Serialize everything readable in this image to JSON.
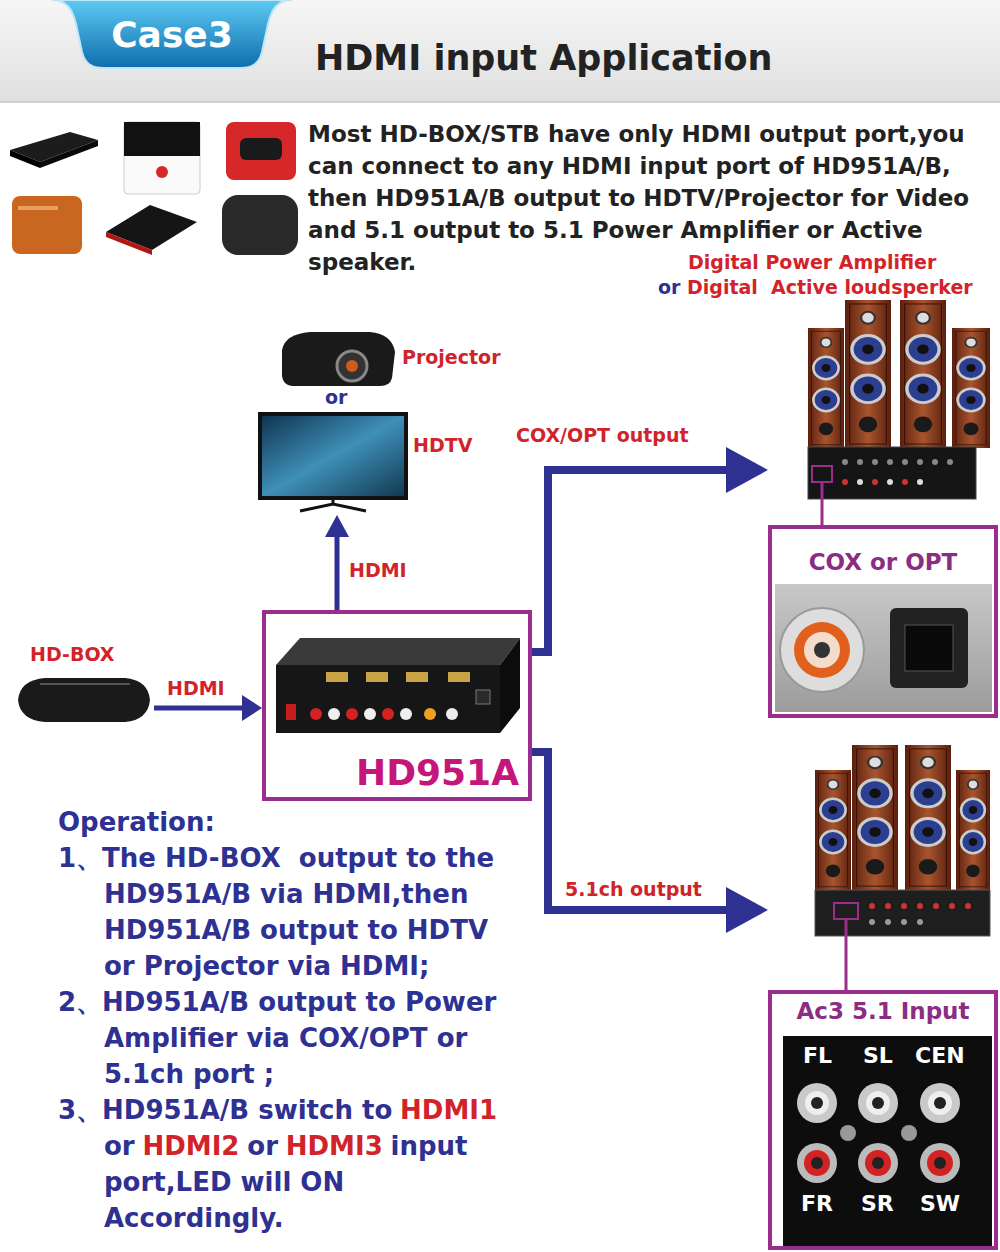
{
  "diagram": {
    "title": "HDMI input Application",
    "nodes": [
      {
        "text": [
          "Case3"
        ]
      },
      {
        "text": [
          "HD-BOX"
        ]
      },
      {
        "text": [
          "HD951A"
        ]
      },
      {
        "text": [
          "Projector",
          "or",
          "HDTV"
        ]
      },
      {
        "text": [
          "Digital Power Amplifier",
          "or",
          "Digital  Active loudsperker",
          "COX or OPT"
        ]
      },
      {
        "text": [
          "Ac3 5.1 Input",
          "FL",
          "SL",
          "CEN",
          "FR",
          "SR",
          "SW"
        ]
      }
    ],
    "edges": [
      {
        "from": 1,
        "to": 2,
        "arrow": "to",
        "label": "HDMI"
      },
      {
        "from": 2,
        "to": 3,
        "arrow": "to",
        "label": "HDMI"
      },
      {
        "from": 2,
        "to": 4,
        "arrow": "to",
        "label": "COX/OPT output"
      },
      {
        "from": 2,
        "to": 5,
        "arrow": "to",
        "label": "5.1ch output"
      }
    ],
    "labels": [
      "Most HD-BOX/STB have only HDMI output port,you can connect to any HDMI input port of HD951A/B, then HD951A/B output to HDTV/Projector for Video and 5.1 output to 5.1 Power Amplifier or Active speaker.",
      "Operation:",
      "1、The HD-BOX  output to the HD951A/B via HDMI,then HD951A/B output to HDTV or Projector via HDMI;",
      "2、HD951A/B output to Power Amplifier via COX/OPT or 5.1ch port ;",
      "3、HD951A/B switch to",
      "HDMI1",
      "or",
      "HDMI2",
      "or",
      "HDMI3",
      "input port,LED will ON Accordingly."
    ]
  }
}
